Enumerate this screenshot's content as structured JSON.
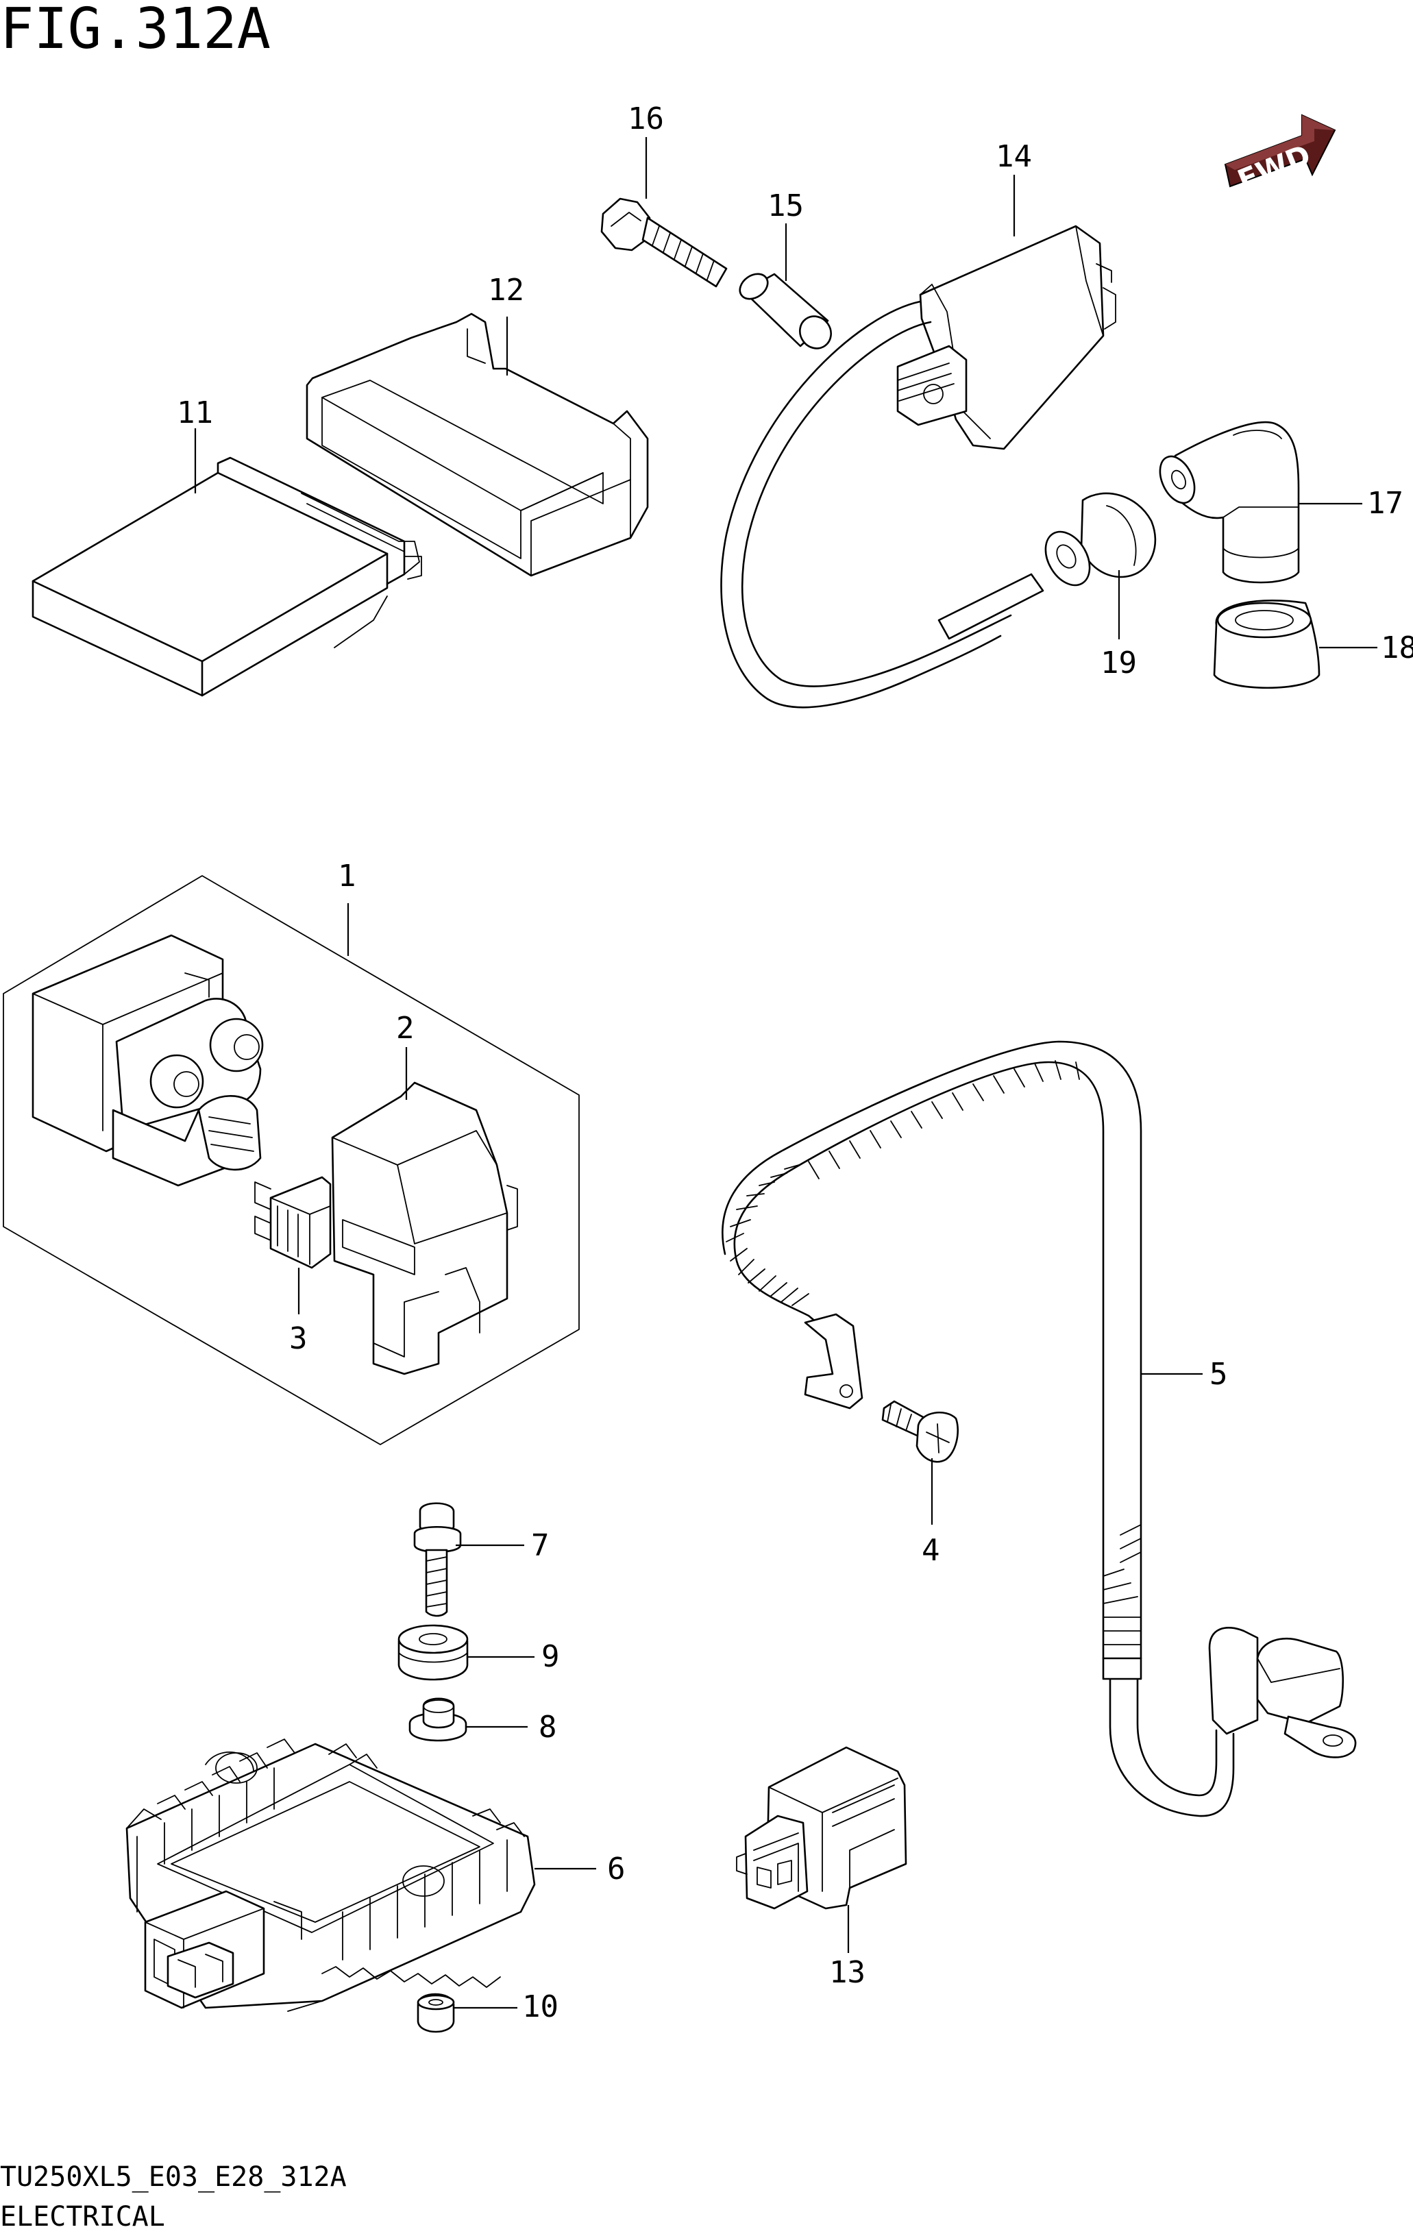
{
  "figure": {
    "title": "FIG.312A",
    "code": "TU250XL5_E03_E28_312A",
    "name": "ELECTRICAL"
  },
  "direction_badge": {
    "label": "FWD",
    "color": "#5a1a1a"
  },
  "callouts": [
    {
      "id": "1",
      "label": "1"
    },
    {
      "id": "2",
      "label": "2"
    },
    {
      "id": "3",
      "label": "3"
    },
    {
      "id": "4",
      "label": "4"
    },
    {
      "id": "5",
      "label": "5"
    },
    {
      "id": "6",
      "label": "6"
    },
    {
      "id": "7",
      "label": "7"
    },
    {
      "id": "8",
      "label": "8"
    },
    {
      "id": "9",
      "label": "9"
    },
    {
      "id": "10",
      "label": "10"
    },
    {
      "id": "11",
      "label": "11"
    },
    {
      "id": "12",
      "label": "12"
    },
    {
      "id": "13",
      "label": "13"
    },
    {
      "id": "14",
      "label": "14"
    },
    {
      "id": "15",
      "label": "15"
    },
    {
      "id": "16",
      "label": "16"
    },
    {
      "id": "17",
      "label": "17"
    },
    {
      "id": "18",
      "label": "18"
    },
    {
      "id": "19",
      "label": "19"
    }
  ]
}
